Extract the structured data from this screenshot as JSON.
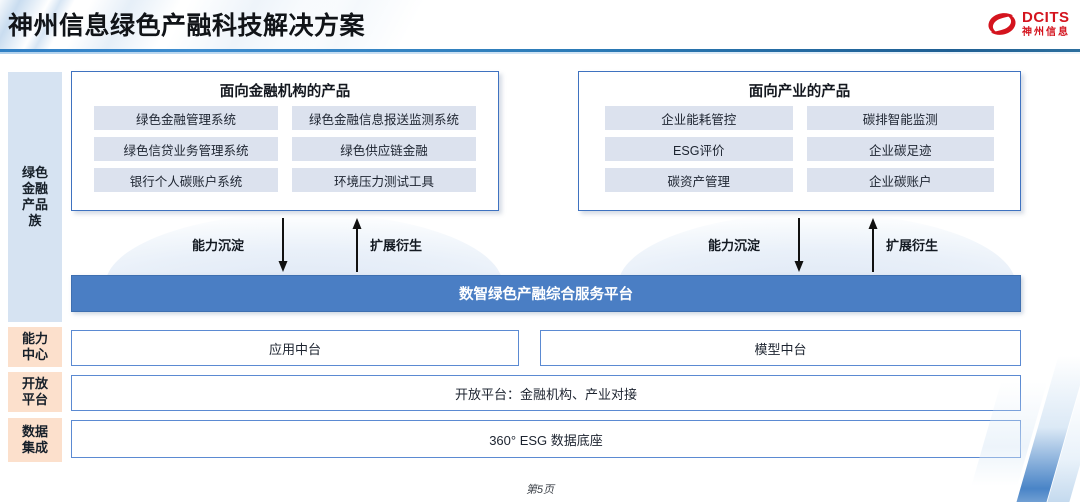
{
  "header": {
    "title": "神州信息绿色产融科技解决方案",
    "logo": {
      "en": "DCITS",
      "cn": "神州信息",
      "color": "#d4141e"
    }
  },
  "rail": [
    {
      "name": "green-finance-product-family",
      "label": "绿色\n金融\n产品\n族",
      "color": "#d6e3f2"
    },
    {
      "name": "capability-center",
      "label": "能力\n中心",
      "color": "#fce0cc"
    },
    {
      "name": "open-platform",
      "label": "开放\n平台",
      "color": "#fce0cc"
    },
    {
      "name": "data-integration",
      "label": "数据\n集成",
      "color": "#fce0cc"
    }
  ],
  "panels": {
    "left": {
      "title": "面向金融机构的产品",
      "items": [
        "绿色金融管理系统",
        "绿色金融信息报送监测系统",
        "绿色信贷业务管理系统",
        "绿色供应链金融",
        "银行个人碳账户系统",
        "环境压力测试工具"
      ]
    },
    "right": {
      "title": "面向产业的产品",
      "items": [
        "企业能耗管控",
        "碳排智能监测",
        "ESG评价",
        "企业碳足迹",
        "碳资产管理",
        "企业碳账户"
      ]
    }
  },
  "flows": {
    "left": {
      "down_label": "能力沉淀",
      "up_label": "扩展衍生"
    },
    "right": {
      "down_label": "能力沉淀",
      "up_label": "扩展衍生"
    }
  },
  "platform": {
    "label": "数智绿色产融综合服务平台",
    "color": "#4a7ec4"
  },
  "stack": {
    "app_middle_platform": "应用中台",
    "model_middle_platform": "模型中台",
    "open_platform": "开放平台：金融机构、产业对接",
    "data_base": "360° ESG 数据底座"
  },
  "footer": {
    "page": "第5页"
  }
}
